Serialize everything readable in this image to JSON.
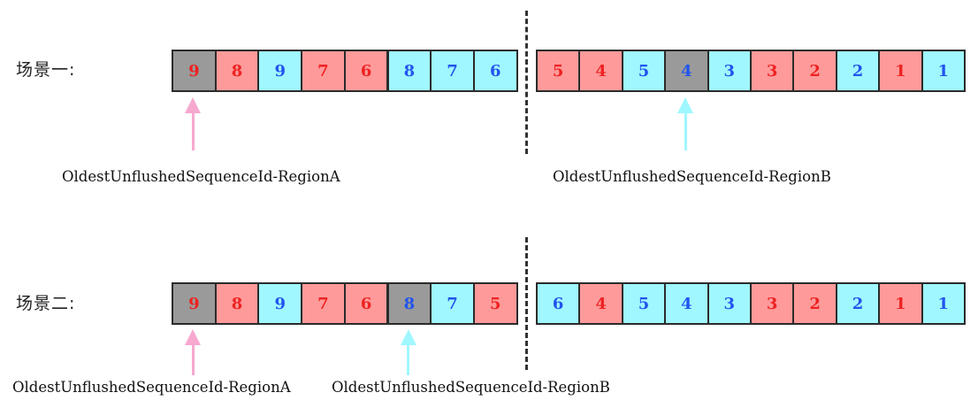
{
  "colors": {
    "red_fill": "#ff9a9a",
    "cyan_fill": "#a0f7ff",
    "gray_fill": "#9a9a9a",
    "red_text": "#ee2222",
    "blue_text": "#2255ee",
    "region_a_arrow": "#f7a8cf",
    "region_b_arrow": "#a0f7ff"
  },
  "scenes": [
    {
      "label": "场景一:",
      "cells": [
        {
          "value": "9",
          "fill": "gray",
          "text": "red"
        },
        {
          "value": "8",
          "fill": "red",
          "text": "red"
        },
        {
          "value": "9",
          "fill": "cyan",
          "text": "blue"
        },
        {
          "value": "7",
          "fill": "red",
          "text": "red"
        },
        {
          "value": "6",
          "fill": "red",
          "text": "red"
        },
        {
          "value": "8",
          "fill": "cyan",
          "text": "blue"
        },
        {
          "value": "7",
          "fill": "cyan",
          "text": "blue"
        },
        {
          "value": "6",
          "fill": "cyan",
          "text": "blue"
        },
        {
          "value": "5",
          "fill": "red",
          "text": "red"
        },
        {
          "value": "4",
          "fill": "red",
          "text": "red"
        },
        {
          "value": "5",
          "fill": "cyan",
          "text": "blue"
        },
        {
          "value": "4",
          "fill": "gray",
          "text": "blue"
        },
        {
          "value": "3",
          "fill": "cyan",
          "text": "blue"
        },
        {
          "value": "3",
          "fill": "red",
          "text": "red"
        },
        {
          "value": "2",
          "fill": "red",
          "text": "red"
        },
        {
          "value": "2",
          "fill": "cyan",
          "text": "blue"
        },
        {
          "value": "1",
          "fill": "red",
          "text": "red"
        },
        {
          "value": "1",
          "fill": "cyan",
          "text": "blue"
        }
      ],
      "pointers": [
        {
          "caption": "OldestUnflushedSequenceId-RegionA",
          "region": "A",
          "cell_index": 0
        },
        {
          "caption": "OldestUnflushedSequenceId-RegionB",
          "region": "B",
          "cell_index": 11
        }
      ]
    },
    {
      "label": "场景二:",
      "cells": [
        {
          "value": "9",
          "fill": "gray",
          "text": "red"
        },
        {
          "value": "8",
          "fill": "red",
          "text": "red"
        },
        {
          "value": "9",
          "fill": "cyan",
          "text": "blue"
        },
        {
          "value": "7",
          "fill": "red",
          "text": "red"
        },
        {
          "value": "6",
          "fill": "red",
          "text": "red"
        },
        {
          "value": "8",
          "fill": "gray",
          "text": "blue"
        },
        {
          "value": "7",
          "fill": "cyan",
          "text": "blue"
        },
        {
          "value": "5",
          "fill": "red",
          "text": "red"
        },
        {
          "value": "6",
          "fill": "cyan",
          "text": "blue"
        },
        {
          "value": "4",
          "fill": "red",
          "text": "red"
        },
        {
          "value": "5",
          "fill": "cyan",
          "text": "blue"
        },
        {
          "value": "4",
          "fill": "cyan",
          "text": "blue"
        },
        {
          "value": "3",
          "fill": "cyan",
          "text": "blue"
        },
        {
          "value": "3",
          "fill": "red",
          "text": "red"
        },
        {
          "value": "2",
          "fill": "red",
          "text": "red"
        },
        {
          "value": "2",
          "fill": "cyan",
          "text": "blue"
        },
        {
          "value": "1",
          "fill": "red",
          "text": "red"
        },
        {
          "value": "1",
          "fill": "cyan",
          "text": "blue"
        }
      ],
      "pointers": [
        {
          "caption": "OldestUnflushedSequenceId-RegionA",
          "region": "A",
          "cell_index": 0
        },
        {
          "caption": "OldestUnflushedSequenceId-RegionB",
          "region": "B",
          "cell_index": 5
        }
      ]
    }
  ]
}
